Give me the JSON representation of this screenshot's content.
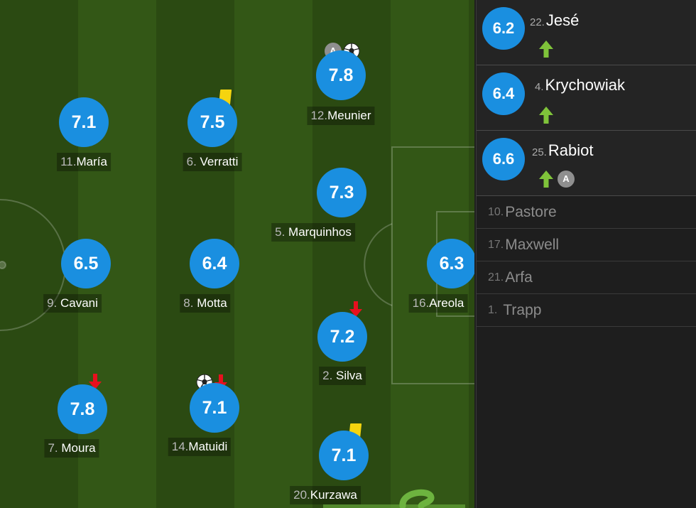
{
  "pitch": {
    "players": [
      {
        "rating": "7.1",
        "number": "11.",
        "name": "María"
      },
      {
        "rating": "7.5",
        "number": "6.",
        "name": "Verratti"
      },
      {
        "rating": "7.8",
        "number": "12.",
        "name": "Meunier"
      },
      {
        "rating": "7.3",
        "number": "5.",
        "name": "Marquinhos"
      },
      {
        "rating": "6.5",
        "number": "9.",
        "name": "Cavani"
      },
      {
        "rating": "6.4",
        "number": "8.",
        "name": "Motta"
      },
      {
        "rating": "6.3",
        "number": "16.",
        "name": "Areola"
      },
      {
        "rating": "7.2",
        "number": "2.",
        "name": "Silva"
      },
      {
        "rating": "7.8",
        "number": "7.",
        "name": "Moura"
      },
      {
        "rating": "7.1",
        "number": "14.",
        "name": "Matuidi"
      },
      {
        "rating": "7.1",
        "number": "20.",
        "name": "Kurzawa"
      }
    ],
    "captain_mark": "A"
  },
  "bench": {
    "substitutes": [
      {
        "rating": "6.2",
        "number": "22.",
        "name": "Jesé"
      },
      {
        "rating": "6.4",
        "number": "4.",
        "name": "Krychowiak"
      },
      {
        "rating": "6.6",
        "number": "25.",
        "name": "Rabiot",
        "captain_mark": "A"
      }
    ],
    "unused": [
      {
        "number": "10.",
        "name": "Pastore"
      },
      {
        "number": "17.",
        "name": "Maxwell"
      },
      {
        "number": "21.",
        "name": "Arfa"
      },
      {
        "number": "1.",
        "name": "Trapp"
      }
    ]
  },
  "colors": {
    "rating_bubble": "#1a8fe0",
    "yellow_card": "#f5d40f",
    "sub_off_arrow": "#e8101e",
    "sub_on_arrow": "#7fc33a",
    "watermark": "#6db33f"
  },
  "icons": {
    "yellow_card": "yellow-card-icon",
    "goal": "soccer-ball-icon",
    "sub_off": "arrow-down-icon",
    "sub_on": "arrow-up-icon",
    "captain": "captain-badge-icon",
    "watermark": "whoscored-logo-icon"
  }
}
